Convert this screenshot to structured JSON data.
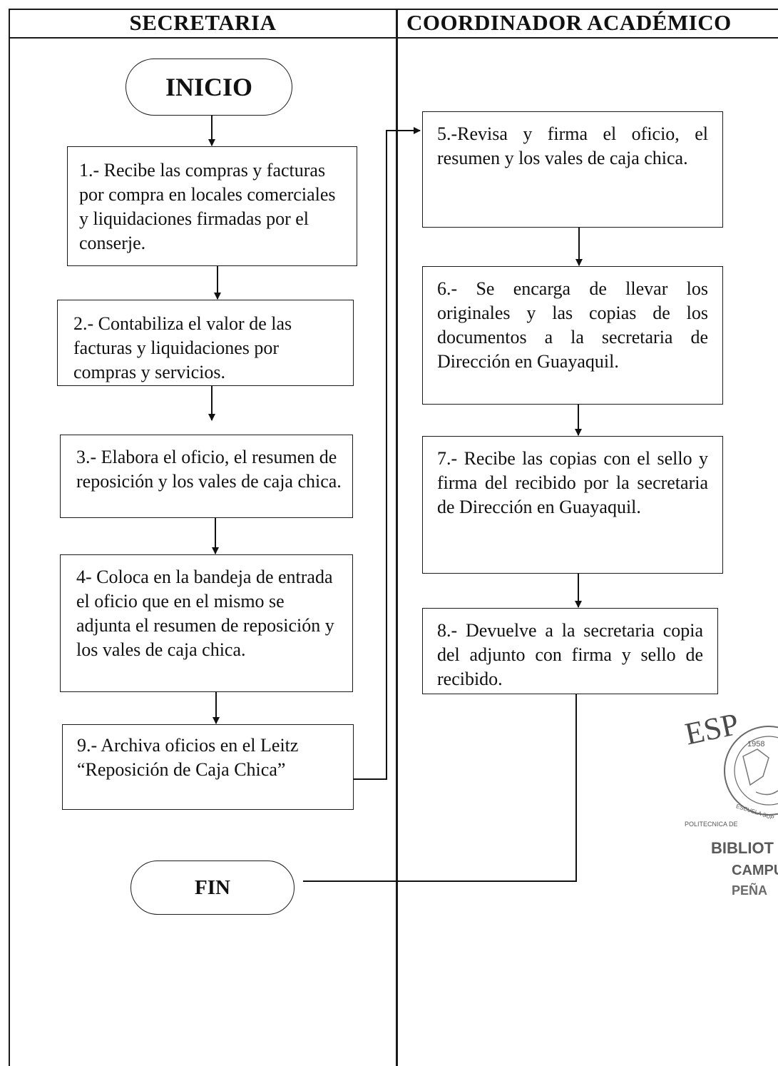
{
  "lanes": {
    "left": "SECRETARIA",
    "right": "COORDINADOR ACADÉMICO"
  },
  "terminators": {
    "start": "INICIO",
    "end": "FIN"
  },
  "steps": {
    "s1": "1.- Recibe las compras y facturas por compra  en locales comerciales y liquidaciones firmadas por el conserje.",
    "s2": "2.- Contabiliza el valor de las facturas  y liquidaciones por compras y servicios.",
    "s3": "3.- Elabora el oficio, el resumen de reposición y  los vales de caja chica.",
    "s4": "4- Coloca en la bandeja de entrada el oficio que en el mismo se adjunta  el resumen de reposición y los vales de caja chica.",
    "s5": "5.-Revisa y firma el oficio, el resumen y  los  vales de caja chica.",
    "s6": "6.- Se encarga de llevar  los originales y las copias de los documentos  a la secretaria de Dirección en  Guayaquil.",
    "s7": "7.- Recibe las copias con el sello  y firma del recibido por la secretaria  de  Dirección  en Guayaquil.",
    "s8": "8.- Devuelve a la secretaria copia del adjunto con firma y sello de recibido.",
    "s9": "9.- Archiva oficios en el Leitz “Reposición de Caja Chica”"
  },
  "stamp": {
    "arc_text": "ESP",
    "year": "1958",
    "ring_text": "ESCUELA SUP",
    "footer_text": "POLITECNICA DE",
    "label_lines": [
      "BIBLIOT",
      "CAMPU",
      "PEÑA"
    ]
  }
}
